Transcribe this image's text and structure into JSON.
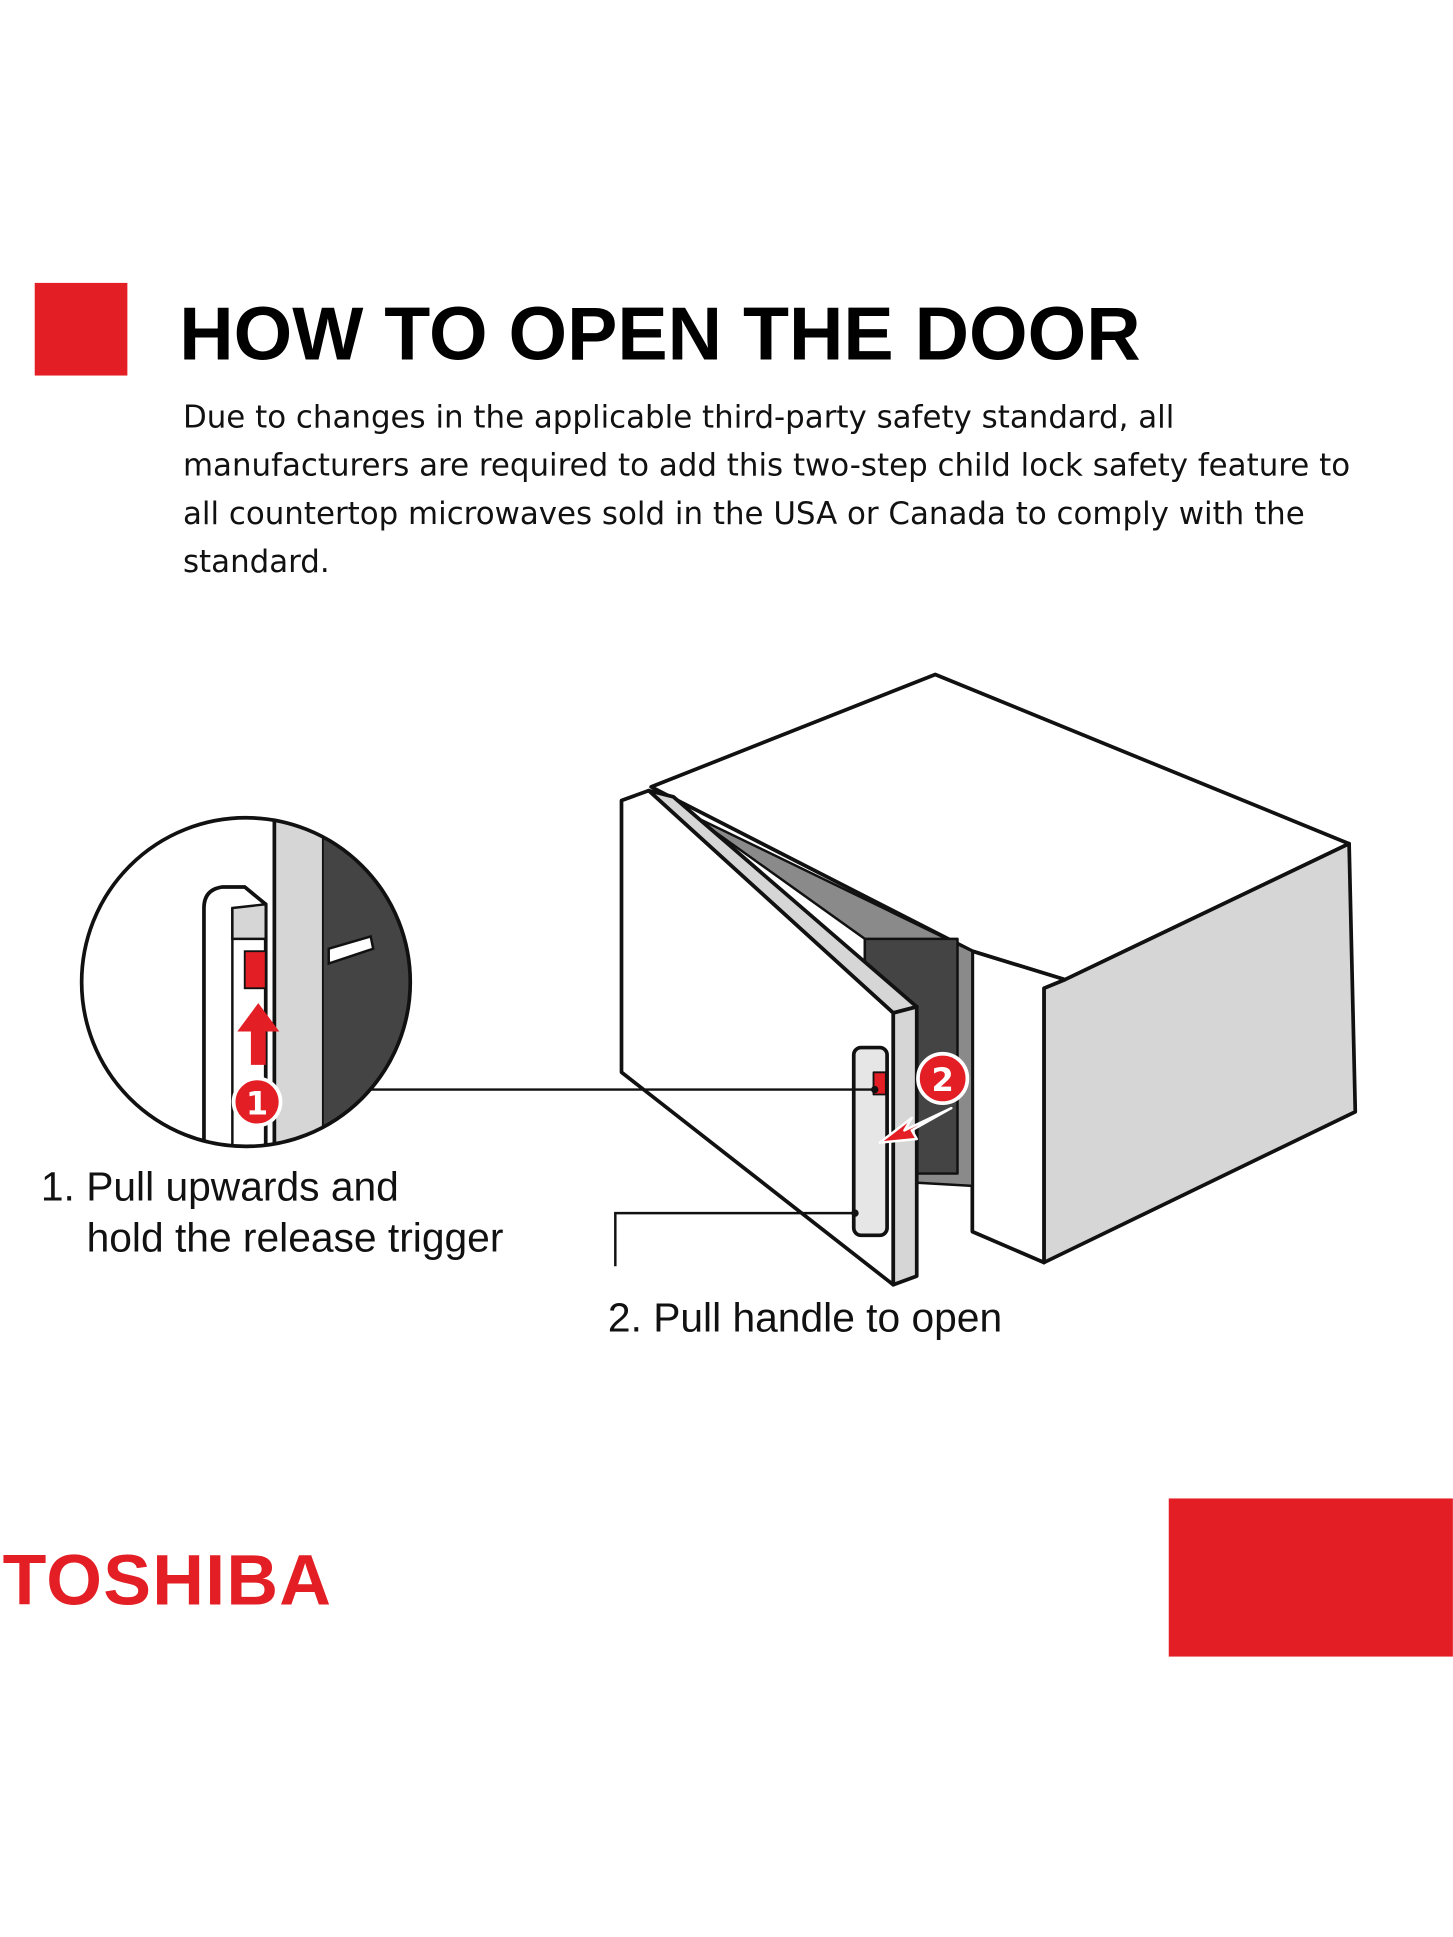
{
  "heading": "HOW TO OPEN THE DOOR",
  "description_lines": [
    "Due to changes in the applicable third-party safety standard, all",
    "manufacturers are required to add this two-step child lock safety feature to",
    "all countertop microwaves sold in the USA or Canada to comply with the",
    "standard."
  ],
  "steps": {
    "step1_line1": "1. Pull upwards and",
    "step1_line2": "hold the release trigger",
    "step1_badge": "1",
    "step2": "2. Pull handle to open",
    "step2_badge": "2"
  },
  "brand": "TOSHIBA",
  "colors": {
    "accent": "#e31e24",
    "dark": "#444444",
    "light_gray": "#d6d6d6"
  }
}
